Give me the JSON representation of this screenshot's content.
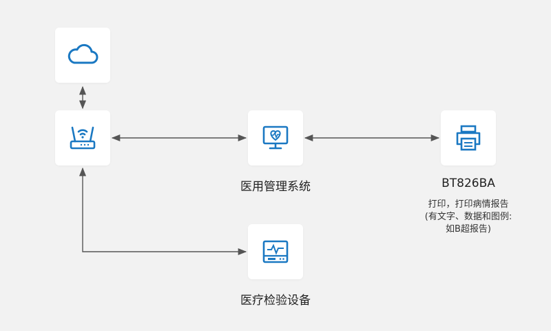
{
  "colors": {
    "background": "#f2f2f2",
    "card": "#ffffff",
    "icon_accent": "#1a78c2",
    "connector": "#555555"
  },
  "nodes": {
    "cloud": {
      "icon": "cloud-icon"
    },
    "router": {
      "icon": "wifi-router-icon"
    },
    "management": {
      "icon": "heart-monitor-icon",
      "label": "医用管理系统"
    },
    "printer": {
      "icon": "printer-icon",
      "label": "BT826BA",
      "note_lines": [
        "打印，打印病情报告",
        "(有文字、数据和图例:",
        "如B超报告)"
      ]
    },
    "device": {
      "icon": "medical-device-icon",
      "label": "医疗检验设备"
    }
  },
  "edges": [
    {
      "from": "cloud",
      "to": "router",
      "direction": "both"
    },
    {
      "from": "router",
      "to": "management",
      "direction": "both"
    },
    {
      "from": "management",
      "to": "printer",
      "direction": "both"
    },
    {
      "from": "router",
      "to": "device",
      "direction": "both",
      "routing": "elbow"
    }
  ]
}
